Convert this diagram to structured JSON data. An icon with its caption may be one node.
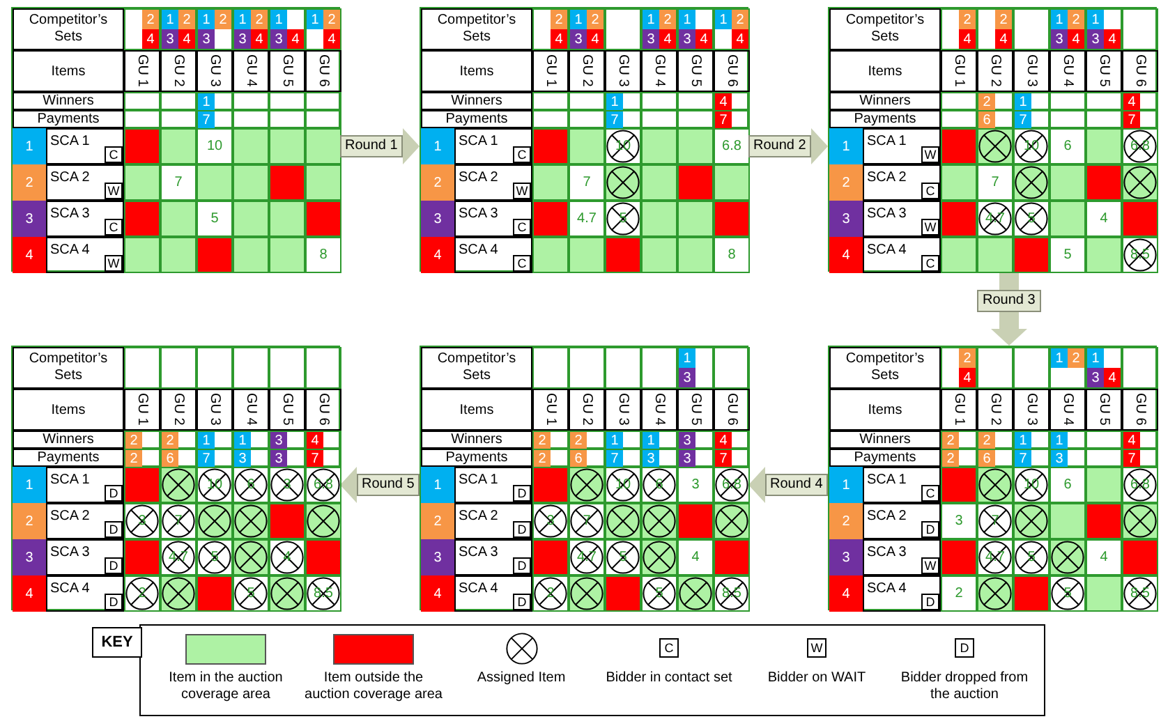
{
  "diagram": {
    "nodes": [
      {
        "text": [
          "Competitor’s Sets",
          "2",
          "1",
          "2",
          "1",
          "2",
          "1",
          "2",
          "1",
          "1",
          "2",
          "4",
          "3",
          "4",
          "3",
          "3",
          "4",
          "3",
          "4",
          "4",
          "Items",
          "GU 1",
          "GU 2",
          "GU 3",
          "GU 4",
          "GU 5",
          "GU 6",
          "Winners",
          "1",
          "Payments",
          "7",
          "1",
          "SCA 1",
          "C",
          "10",
          "2",
          "SCA 2",
          "W",
          "7",
          "3",
          "SCA 3",
          "C",
          "5",
          "4",
          "SCA 4",
          "W",
          "8"
        ]
      },
      {
        "text": [
          "Competitor’s Sets",
          "2",
          "1",
          "2",
          "1",
          "2",
          "1",
          "1",
          "2",
          "4",
          "3",
          "4",
          "3",
          "4",
          "3",
          "4",
          "4",
          "Items",
          "GU 1",
          "GU 2",
          "GU 3",
          "GU 4",
          "GU 5",
          "GU 6",
          "Winners",
          "1",
          "4",
          "Payments",
          "7",
          "7",
          "1",
          "SCA 1",
          "C",
          "10",
          "6.8",
          "2",
          "SCA 2",
          "W",
          "7",
          "3",
          "SCA 3",
          "C",
          "4.7",
          "5",
          "4",
          "SCA 4",
          "C",
          "8"
        ]
      },
      {
        "text": [
          "Competitor’s Sets",
          "2",
          "2",
          "1",
          "2",
          "1",
          "4",
          "4",
          "3",
          "4",
          "3",
          "4",
          "Items",
          "GU 1",
          "GU 2",
          "GU 3",
          "GU 4",
          "GU 5",
          "GU 6",
          "Winners",
          "2",
          "1",
          "4",
          "Payments",
          "6",
          "7",
          "7",
          "1",
          "SCA 1",
          "W",
          "10",
          "6",
          "6.8",
          "2",
          "SCA 2",
          "C",
          "7",
          "3",
          "SCA 3",
          "W",
          "4.7",
          "5",
          "4",
          "4",
          "SCA 4",
          "C",
          "5",
          "8.5"
        ]
      },
      {
        "text": [
          "Competitor’s Sets",
          "Items",
          "GU 1",
          "GU 2",
          "GU 3",
          "GU 4",
          "GU 5",
          "GU 6",
          "Winners",
          "2",
          "2",
          "1",
          "1",
          "3",
          "4",
          "Payments",
          "2",
          "6",
          "7",
          "3",
          "3",
          "7",
          "1",
          "SCA 1",
          "D",
          "10",
          "6",
          "3",
          "6.8",
          "2",
          "SCA 2",
          "D",
          "3",
          "7",
          "3",
          "SCA 3",
          "D",
          "4.7",
          "5",
          "4",
          "4",
          "SCA 4",
          "D",
          "2",
          "5",
          "8.5"
        ]
      },
      {
        "text": [
          "Competitor’s Sets",
          "1",
          "3",
          "Items",
          "GU 1",
          "GU 2",
          "GU 3",
          "GU 4",
          "GU 5",
          "GU 6",
          "Winners",
          "2",
          "2",
          "1",
          "1",
          "3",
          "4",
          "Payments",
          "2",
          "6",
          "7",
          "3",
          "3",
          "7",
          "1",
          "SCA 1",
          "D",
          "10",
          "6",
          "3",
          "6.8",
          "2",
          "SCA 2",
          "D",
          "3",
          "7",
          "3",
          "SCA 3",
          "D",
          "4.7",
          "5",
          "4",
          "4",
          "SCA 4",
          "D",
          "2",
          "5",
          "8.5"
        ]
      },
      {
        "text": [
          "Competitor’s Sets",
          "2",
          "1",
          "2",
          "1",
          "4",
          "3",
          "4",
          "Items",
          "GU 1",
          "GU 2",
          "GU 3",
          "GU 4",
          "GU 5",
          "GU 6",
          "Winners",
          "2",
          "2",
          "1",
          "1",
          "4",
          "Payments",
          "2",
          "6",
          "7",
          "3",
          "7",
          "1",
          "SCA 1",
          "C",
          "10",
          "6",
          "6.8",
          "2",
          "SCA 2",
          "D",
          "3",
          "7",
          "3",
          "SCA 3",
          "W",
          "4.7",
          "5",
          "4",
          "4",
          "SCA 4",
          "D",
          "2",
          "5",
          "8.5"
        ]
      }
    ],
    "edges": [
      {
        "from": 0,
        "to": 1,
        "arrow": "to",
        "label": "Round 1"
      },
      {
        "from": 1,
        "to": 2,
        "arrow": "to",
        "label": "Round 2"
      },
      {
        "from": 2,
        "to": 5,
        "arrow": "to",
        "label": "Round 3"
      },
      {
        "from": 5,
        "to": 4,
        "arrow": "to",
        "label": "Round 4"
      },
      {
        "from": 4,
        "to": 3,
        "arrow": "to",
        "label": "Round 5"
      }
    ],
    "labels": [
      "KEY",
      "C",
      "W",
      "D"
    ],
    "legend": [
      {
        "text": "Item in the auction coverage area",
        "color": "#aef2a4"
      },
      {
        "text": "Item outside the auction coverage area",
        "color": "#ff0000"
      },
      {
        "text": "Assigned Item"
      },
      {
        "text": "Bidder in contact set"
      },
      {
        "text": "Bidder on WAIT"
      },
      {
        "text": "Bidder dropped from the auction"
      }
    ]
  }
}
